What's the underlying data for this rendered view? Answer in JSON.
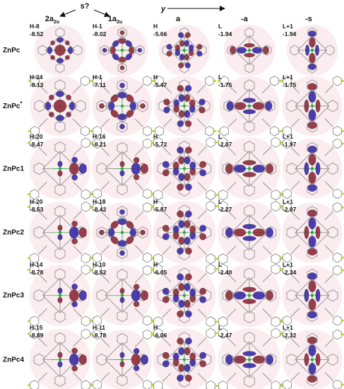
{
  "header": {
    "annotation": "s?",
    "axis_label": "y",
    "columns": [
      {
        "main": "2a",
        "sub": "2u"
      },
      {
        "main": "1a",
        "sub": "2u"
      },
      {
        "main": "a",
        "sub": ""
      },
      {
        "main": "-a",
        "sub": ""
      },
      {
        "main": "-s",
        "sub": ""
      }
    ]
  },
  "colors": {
    "lobe_red": "#8e2f3d",
    "lobe_blue": "#3d2fa8",
    "bond_gray": "#9a9a9a",
    "halo_pink": "#f3c9d4",
    "zinc_green": "#2fa84a",
    "fluorine_yellow": "#c8d82a"
  },
  "rows": [
    {
      "molecule": "ZnPc",
      "cells": [
        {
          "orbital": "H-8",
          "energy": "-8.52",
          "style": "center"
        },
        {
          "orbital": "H-1",
          "energy": "-8.02",
          "style": "ring"
        },
        {
          "orbital": "H",
          "energy": "-5.66",
          "style": "cross"
        },
        {
          "orbital": "L",
          "energy": "-1.94",
          "style": "horiz"
        },
        {
          "orbital": "L+1",
          "energy": "-1.94",
          "style": "vert"
        }
      ]
    },
    {
      "molecule": "ZnPc",
      "molecule_sup": "*",
      "cells": [
        {
          "orbital": "H-24",
          "energy": "-8.13",
          "style": "center"
        },
        {
          "orbital": "H-1",
          "energy": "-7.11",
          "style": "ring"
        },
        {
          "orbital": "H",
          "energy": "-5.47",
          "style": "cross"
        },
        {
          "orbital": "L",
          "energy": "-1.75",
          "style": "horiz"
        },
        {
          "orbital": "L+1",
          "energy": "-1.75",
          "style": "vert"
        }
      ]
    },
    {
      "molecule": "ZnPc1",
      "cells": [
        {
          "orbital": "H-20",
          "energy": "-8.47",
          "style": "side"
        },
        {
          "orbital": "H-16",
          "energy": "-8.21",
          "style": "side"
        },
        {
          "orbital": "H",
          "energy": "-5.72",
          "style": "cross"
        },
        {
          "orbital": "L",
          "energy": "-2.07",
          "style": "horiz"
        },
        {
          "orbital": "L+1",
          "energy": "-1.97",
          "style": "vert"
        }
      ]
    },
    {
      "molecule": "ZnPc2",
      "cells": [
        {
          "orbital": "H-20",
          "energy": "-8.53",
          "style": "side"
        },
        {
          "orbital": "H-18",
          "energy": "-8.42",
          "style": "ring"
        },
        {
          "orbital": "H",
          "energy": "-5.87",
          "style": "cross"
        },
        {
          "orbital": "L",
          "energy": "-2.27",
          "style": "horiz"
        },
        {
          "orbital": "L+1",
          "energy": "-2.07",
          "style": "vert"
        }
      ]
    },
    {
      "molecule": "ZnPc3",
      "cells": [
        {
          "orbital": "H-14",
          "energy": "-8.78",
          "style": "side"
        },
        {
          "orbital": "H-10",
          "energy": "-8.52",
          "style": "side"
        },
        {
          "orbital": "H",
          "energy": "-6.05",
          "style": "cross"
        },
        {
          "orbital": "L",
          "energy": "-2.40",
          "style": "horiz"
        },
        {
          "orbital": "L+1",
          "energy": "-2.34",
          "style": "vert"
        }
      ]
    },
    {
      "molecule": "ZnPc4",
      "cells": [
        {
          "orbital": "H-15",
          "energy": "-8.89",
          "style": "side"
        },
        {
          "orbital": "H-11",
          "energy": "-8.78",
          "style": "side"
        },
        {
          "orbital": "H",
          "energy": "-6.06",
          "style": "cross"
        },
        {
          "orbital": "L",
          "energy": "-2.47",
          "style": "horiz"
        },
        {
          "orbital": "L+1",
          "energy": "-2.32",
          "style": "vert"
        }
      ]
    }
  ]
}
